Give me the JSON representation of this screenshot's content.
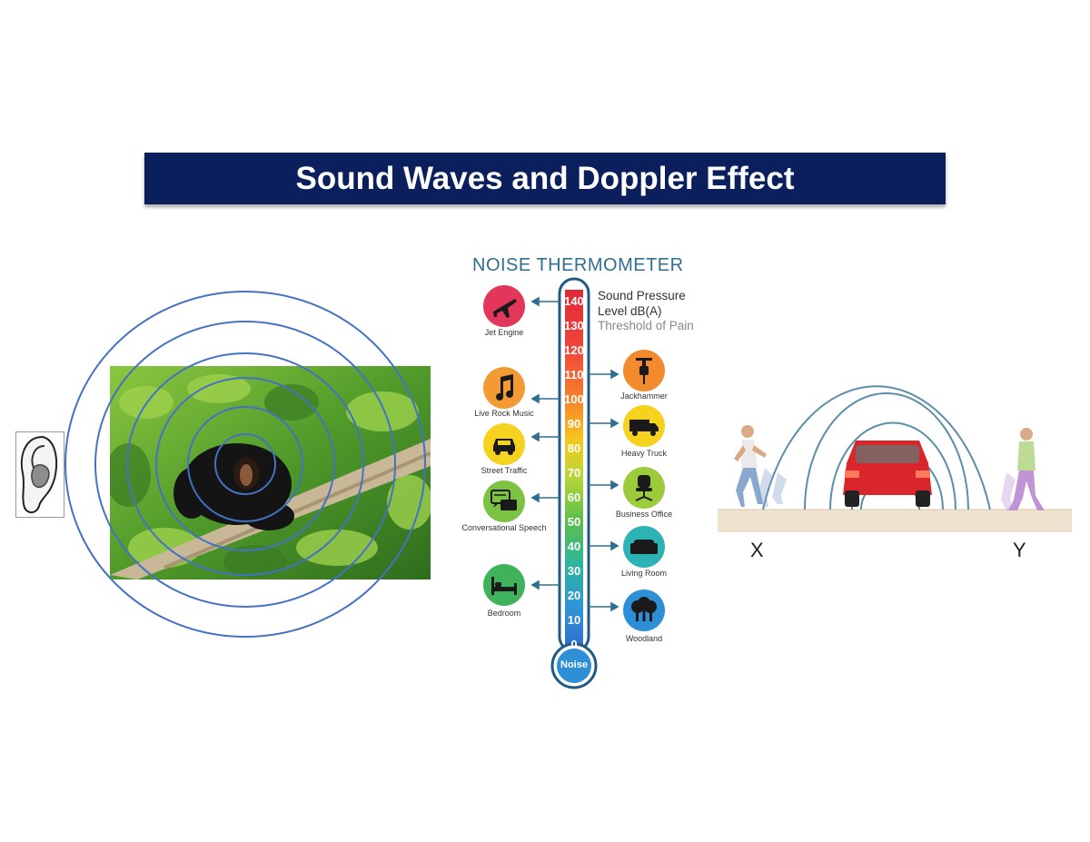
{
  "title": "Sound Waves and Doppler Effect",
  "thermometer": {
    "title": "NOISE THERMOMETER",
    "legend_line1": "Sound Pressure",
    "legend_line2": "Level dB(A)",
    "threshold": "Threshold of Pain",
    "bulb_label": "Noise",
    "ticks": [
      "140",
      "130",
      "120",
      "110",
      "100",
      "90",
      "80",
      "70",
      "60",
      "50",
      "40",
      "30",
      "20",
      "10",
      "0"
    ],
    "sources_left": [
      {
        "label": "Jet Engine",
        "icon": "airplane-icon",
        "color": "#e2365a"
      },
      {
        "label": "Live Rock Music",
        "icon": "music-note-icon",
        "color": "#f39a34"
      },
      {
        "label": "Street Traffic",
        "icon": "car-icon",
        "color": "#f5d21d"
      },
      {
        "label": "Conversational Speech",
        "icon": "speech-bubble-icon",
        "color": "#7cc243"
      },
      {
        "label": "Bedroom",
        "icon": "bed-icon",
        "color": "#3fb25b"
      }
    ],
    "sources_right": [
      {
        "label": "Jackhammer",
        "icon": "jackhammer-icon",
        "color": "#f28a2e"
      },
      {
        "label": "Heavy Truck",
        "icon": "truck-icon",
        "color": "#f5d21d"
      },
      {
        "label": "Business Office",
        "icon": "office-chair-icon",
        "color": "#9ccc3c"
      },
      {
        "label": "Living Room",
        "icon": "sofa-icon",
        "color": "#2eb3b5"
      },
      {
        "label": "Woodland",
        "icon": "trees-icon",
        "color": "#2f8fd6"
      }
    ]
  },
  "doppler": {
    "left_label": "X",
    "right_label": "Y"
  }
}
